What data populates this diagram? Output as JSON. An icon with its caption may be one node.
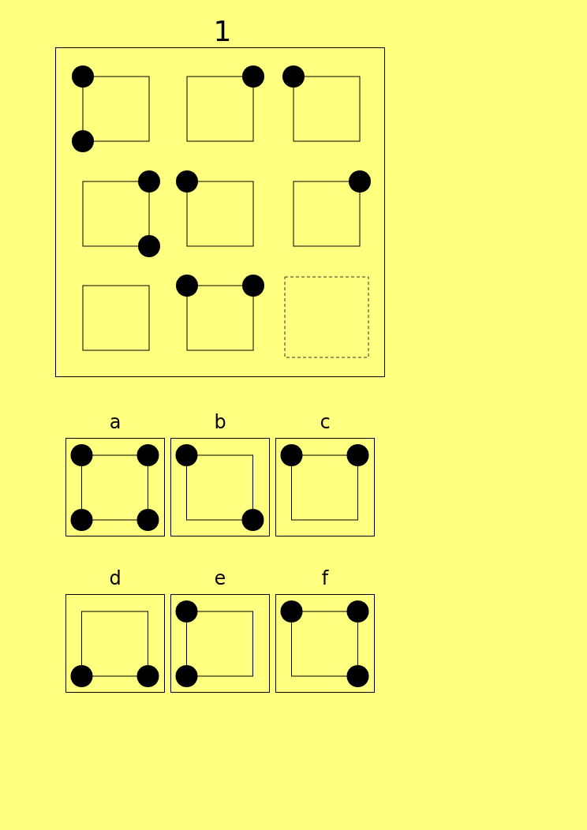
{
  "diagram": {
    "title": "1",
    "nodes": [
      {
        "text": [],
        "shape": "box"
      },
      {
        "text": [],
        "shape": "box",
        "in": 0
      },
      {
        "text": [],
        "shape": "box",
        "in": 0
      },
      {
        "text": [],
        "shape": "box",
        "in": 0
      },
      {
        "text": [],
        "shape": "box",
        "in": 0
      },
      {
        "text": [],
        "shape": "box",
        "in": 0
      },
      {
        "text": [],
        "shape": "box",
        "in": 0
      },
      {
        "text": [],
        "shape": "box",
        "in": 0
      },
      {
        "text": [],
        "shape": "box",
        "in": 0
      },
      {
        "text": [],
        "shape": "box",
        "in": 0
      },
      {
        "text": [
          "a"
        ]
      },
      {
        "text": [
          "b"
        ]
      },
      {
        "text": [
          "c"
        ]
      },
      {
        "text": [
          "d"
        ]
      },
      {
        "text": [
          "e"
        ]
      },
      {
        "text": [
          "f"
        ]
      }
    ]
  }
}
